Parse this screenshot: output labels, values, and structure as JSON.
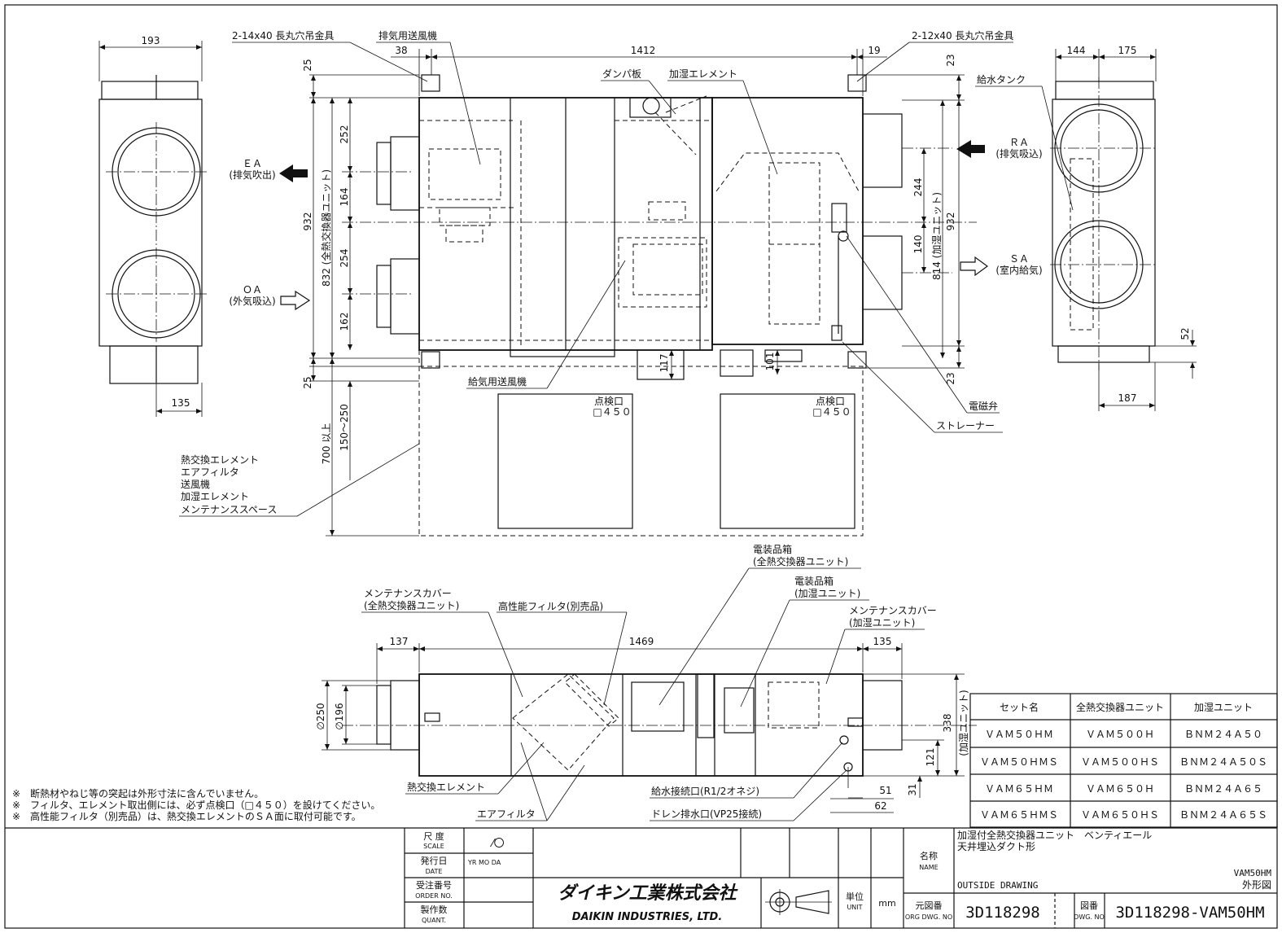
{
  "views": {
    "left_side": {
      "dim_top": "193",
      "dim_bottom": "135"
    },
    "plan": {
      "dims": {
        "top_left": "38",
        "top_span": "1412",
        "top_right": "19",
        "left_top": "25",
        "left_bottom": "25",
        "left_total": "932",
        "unit_height": "832 (全熱交換器ユニット)",
        "d252": "252",
        "d164": "164",
        "d254": "254",
        "d162": "162",
        "maint_150": "150～250",
        "maint_700": "700 以上",
        "d117": "117",
        "d101": "101",
        "right_top": "23",
        "right_bottom": "23",
        "right_total": "932",
        "hum_244": "244",
        "hum_140": "140",
        "hum_height": "814 (加湿ユニット)"
      },
      "labels": {
        "hanger_left": "2-14x40 長丸穴吊金具",
        "exhaust_fan": "排気用送風機",
        "hanger_right": "2-12x40 長丸穴吊金具",
        "damper": "ダンパ板",
        "humid_element": "加湿エレメント",
        "supply_fan": "給気用送風機",
        "solenoid": "電磁弁",
        "strainer": "ストレーナー",
        "inspection_label": "点検口",
        "inspection_size": "□４５０",
        "maintenance_space": [
          "熱交換エレメント",
          "エアフィルタ",
          "送風機",
          "加湿エレメント",
          "メンテナンススペース"
        ]
      },
      "flows": {
        "ea_code": "ＥＡ",
        "ea_desc": "(排気吹出)",
        "oa_code": "ＯＡ",
        "oa_desc": "(外気吸込)",
        "ra_code": "ＲＡ",
        "ra_desc": "(排気吸込)",
        "sa_code": "ＳＡ",
        "sa_desc": "(室内給気)"
      }
    },
    "right_side": {
      "dim_144": "144",
      "dim_175": "175",
      "dim_52": "52",
      "dim_187": "187",
      "water_tank": "給水タンク"
    },
    "side": {
      "dims": {
        "d137": "137",
        "d1469": "1469",
        "d135": "135",
        "dia250": "∅250",
        "dia196": "∅196",
        "d338": "338",
        "hum_unit": "(加湿ユニット)",
        "d121": "121",
        "d31": "31",
        "d51": "51",
        "d62": "62"
      },
      "labels": {
        "elec_box1": "電装品箱",
        "elec_box1_sub": "(全熱交換器ユニット)",
        "elec_box2": "電装品箱",
        "elec_box2_sub": "(加湿ユニット)",
        "maint_cover1": "メンテナンスカバー",
        "maint_cover1_sub": "(全熱交換器ユニット)",
        "hp_filter": "高性能フィルタ(別売品)",
        "maint_cover2": "メンテナンスカバー",
        "maint_cover2_sub": "(加湿ユニット)",
        "heat_ex": "熱交換エレメント",
        "air_filter": "エアフィルタ",
        "water_conn": "給水接続口(R1/2オネジ)",
        "drain": "ドレン排水口(VP25接続)"
      }
    }
  },
  "notes": [
    "※　断熱材やねじ等の突起は外形寸法に含んでいません。",
    "※　フィルタ、エレメント取出側には、必ず点検口（□４５０）を設けてください。",
    "※　高性能フィルタ（別売品）は、熱交換エレメントのＳＡ面に取付可能です。"
  ],
  "model_table": {
    "headers": [
      "セット名",
      "全熱交換器ユニット",
      "加湿ユニット"
    ],
    "rows": [
      [
        "ＶＡＭ５０ＨＭ",
        "ＶＡＭ５００Ｈ",
        "ＢＮＭ２４Ａ５０"
      ],
      [
        "ＶＡＭ５０ＨＭＳ",
        "ＶＡＭ５００ＨＳ",
        "ＢＮＭ２４Ａ５０Ｓ"
      ],
      [
        "ＶＡＭ６５ＨＭ",
        "ＶＡＭ６５０Ｈ",
        "ＢＮＭ２４Ａ６５"
      ],
      [
        "ＶＡＭ６５ＨＭＳ",
        "ＶＡＭ６５０ＨＳ",
        "ＢＮＭ２４Ａ６５Ｓ"
      ]
    ]
  },
  "title_block": {
    "scale_jp": "尺 度",
    "scale_en": "SCALE",
    "scale_val": "⁄〇",
    "date_jp": "発行日",
    "date_en": "DATE",
    "date_val": "YR  MO  DA",
    "order_jp": "受注番号",
    "order_en": "ORDER NO.",
    "quant_jp": "製作数",
    "quant_en": "QUANT.",
    "company_jp": "ダイキン工業株式会社",
    "company_en": "DAIKIN INDUSTRIES, LTD.",
    "unit_jp": "単位",
    "unit_en": "UNIT",
    "unit_val": "mm",
    "name_jp": "名称",
    "name_en": "NAME",
    "title_line1": "加湿付全熱交換器ユニット　ベンティエール",
    "title_line2": "天井埋込ダクト形",
    "title_en": "OUTSIDE DRAWING",
    "model": "VAM50HM",
    "drawing_type": "外形図",
    "org_jp": "元図番",
    "org_en": "ORG DWG. NO",
    "org_no": "3D118298",
    "dwg_jp": "図番",
    "dwg_en": "DWG. NO",
    "dwg_no": "3D118298-VAM50HM"
  }
}
